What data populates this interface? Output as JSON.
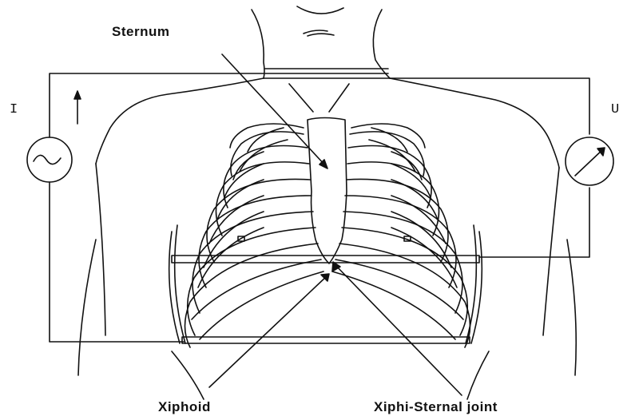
{
  "labels": {
    "sternum": "Sternum",
    "xiphoid": "Xiphoid",
    "xiphi_sternal_joint": "Xiphi-Sternal joint",
    "current": "I",
    "voltage": "U"
  },
  "icons": {
    "current_source": "ac-source-icon",
    "voltmeter": "voltmeter-icon"
  },
  "colors": {
    "line": "#111111",
    "background": "#ffffff"
  }
}
